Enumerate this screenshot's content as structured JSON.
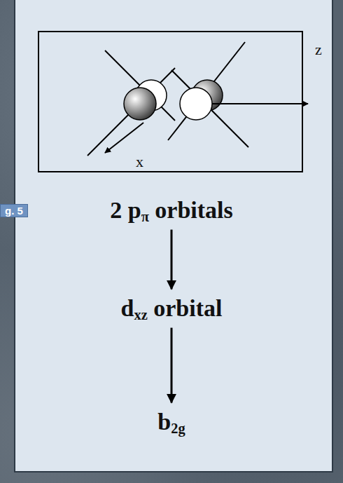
{
  "diagram": {
    "nodes": [
      {
        "text": [
          "g. 5"
        ]
      },
      {
        "text": [
          "2 pπ orbitals"
        ]
      },
      {
        "text": [
          "dxz orbital"
        ]
      },
      {
        "text": [
          "b2g"
        ]
      }
    ],
    "edges": [
      {
        "from": 1,
        "to": 2,
        "arrow": "to"
      },
      {
        "from": 2,
        "to": 3,
        "arrow": "to"
      }
    ],
    "labels": [
      "z",
      "x"
    ]
  }
}
